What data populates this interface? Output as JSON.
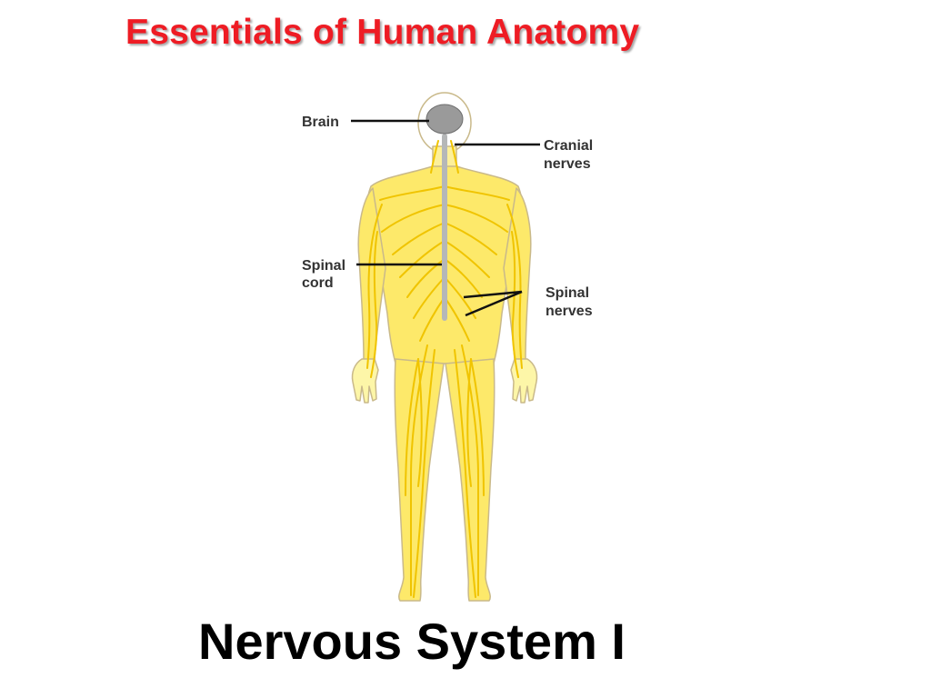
{
  "header": {
    "title": "Essentials of Human Anatomy"
  },
  "diagram": {
    "labels": {
      "brain": "Brain",
      "cranial_nerves_line1": "Cranial",
      "cranial_nerves_line2": "nerves",
      "spinal_cord_line1": "Spinal",
      "spinal_cord_line2": "cord",
      "spinal_nerves_line1": "Spinal",
      "spinal_nerves_line2": "nerves"
    },
    "colors": {
      "body_fill": "#fdf6a8",
      "body_outline": "#c9b98a",
      "nerve": "#f0c400",
      "spinal_cord": "#b5b7b8",
      "brain": "#9a9a9a",
      "leader_line": "#111111"
    }
  },
  "slide": {
    "title": "Nervous System I"
  },
  "theme": {
    "header_color": "#ee1c24",
    "title_color": "#000000",
    "background": "#ffffff"
  }
}
